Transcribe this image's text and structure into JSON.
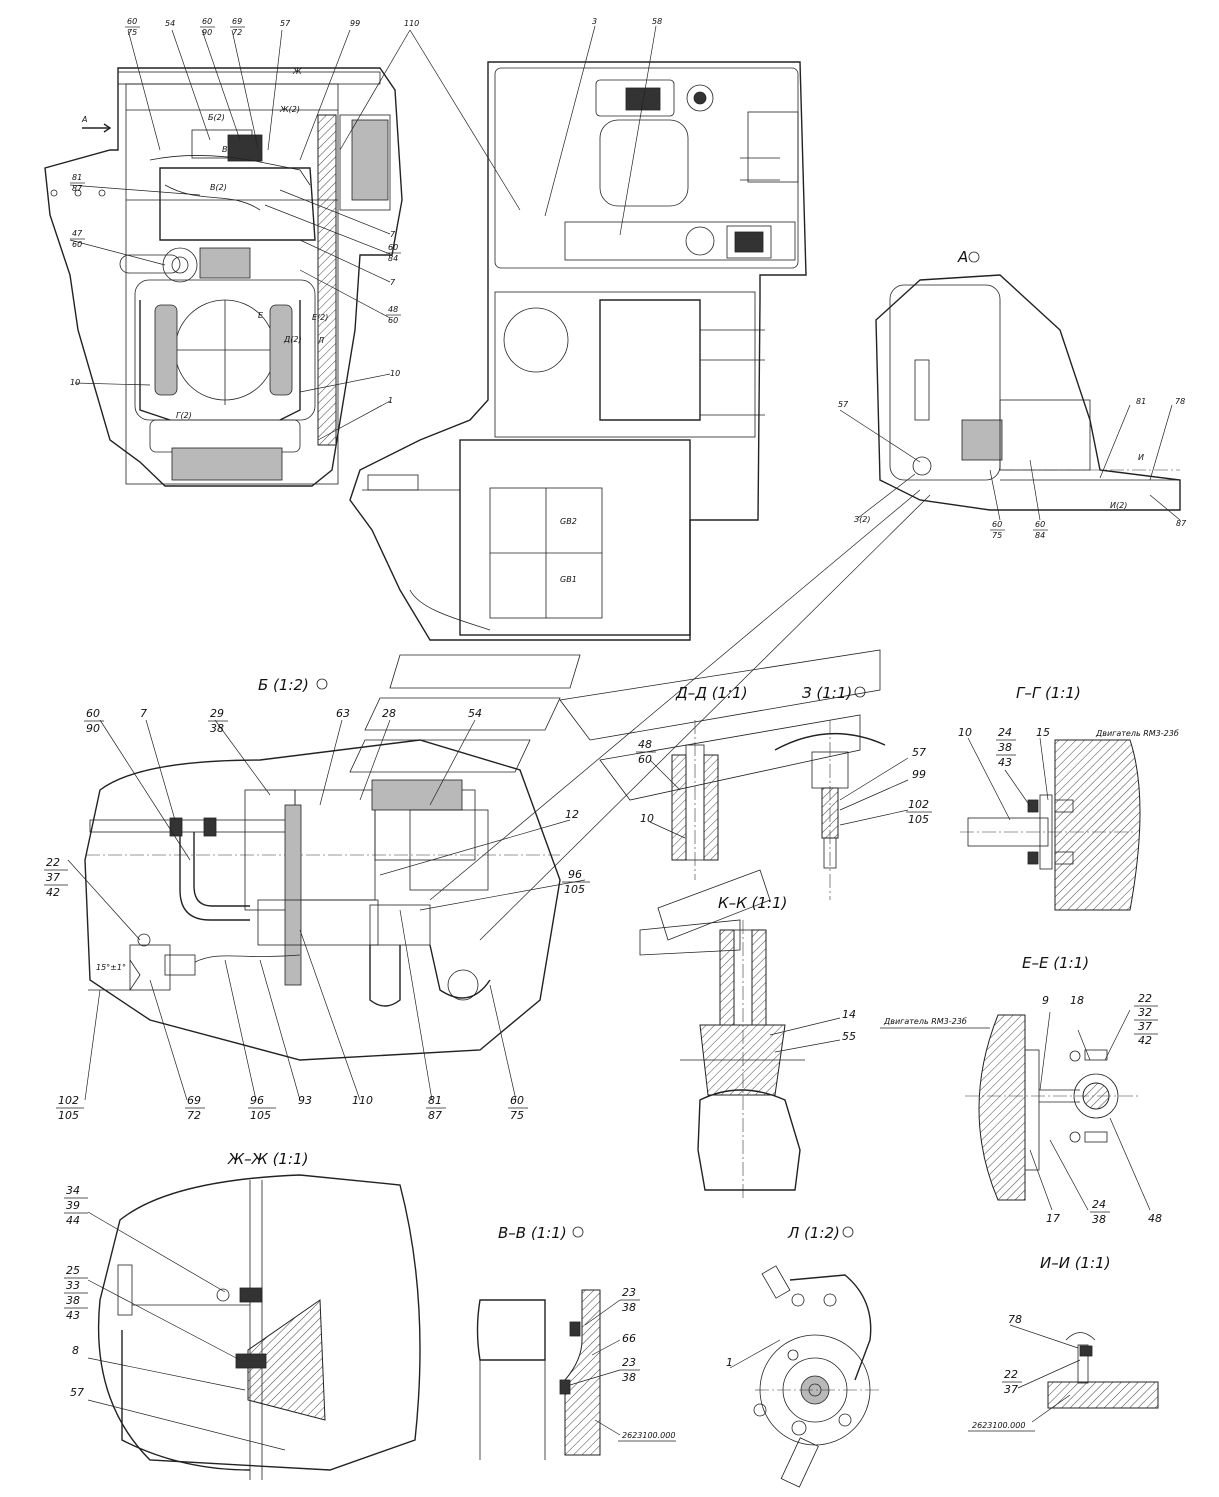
{
  "drawing": {
    "doc_code": "2623100.000",
    "engine_note": "Двигатель  RM3-23б"
  },
  "views": {
    "A": "А",
    "B": "Б (1:2)",
    "DD": "Д–Д (1:1)",
    "Z": "З (1:1)",
    "GG": "Г–Г (1:1)",
    "KK": "К–К (1:1)",
    "EE": "Е–Е (1:1)",
    "ZhZh": "Ж–Ж  (1:1)",
    "VV": "В–В  (1:1)",
    "L": "Л (1:2)",
    "II": "И–И  (1:1)"
  },
  "main_view": {
    "leaders_top": [
      {
        "top": "60",
        "bottom": "75"
      },
      {
        "top": "54",
        "bottom": ""
      },
      {
        "top": "60",
        "bottom": "90"
      },
      {
        "top": "69",
        "bottom": "72"
      },
      {
        "top": "57",
        "bottom": ""
      },
      {
        "top": "99",
        "bottom": ""
      },
      {
        "top": "110",
        "bottom": ""
      }
    ],
    "left_labels": [
      {
        "top": "81",
        "bottom": "87"
      },
      {
        "top": "47",
        "bottom": "60"
      }
    ],
    "right_labels": [
      {
        "top": "60",
        "bottom": "84"
      },
      {
        "top": "48",
        "bottom": "60"
      }
    ],
    "single_labels": [
      "7",
      "7",
      "10",
      "10",
      "1",
      "3",
      "58"
    ],
    "section_marks": [
      "Б(2)",
      "В",
      "В(2)",
      "Ж(2)",
      "Ж",
      "Е",
      "Е(2)",
      "Д(2)",
      "Л",
      "Г(2)",
      "А"
    ],
    "battery_labels": [
      "GB2",
      "GB1"
    ]
  },
  "view_A": {
    "labels": [
      "57",
      "81",
      "78",
      "И",
      "З(2)",
      "И(2)",
      "87"
    ],
    "pairs": [
      {
        "top": "60",
        "bottom": "75"
      },
      {
        "top": "60",
        "bottom": "84"
      }
    ]
  },
  "view_B": {
    "top_labels": [
      {
        "top": "60",
        "bottom": "90"
      },
      {
        "top": "7",
        "bottom": ""
      },
      {
        "top": "29",
        "bottom": "38"
      },
      {
        "top": "63",
        "bottom": ""
      },
      {
        "top": "28",
        "bottom": ""
      },
      {
        "top": "54",
        "bottom": ""
      },
      {
        "top": "12",
        "bottom": ""
      }
    ],
    "left_stack": [
      "22",
      "37",
      "42"
    ],
    "angle_mark": "15°±1°",
    "side_pair": {
      "top": "96",
      "bottom": "105"
    },
    "bottom_labels": [
      {
        "top": "102",
        "bottom": "105"
      },
      {
        "top": "69",
        "bottom": "72"
      },
      {
        "top": "96",
        "bottom": "105"
      },
      {
        "top": "93",
        "bottom": ""
      },
      {
        "top": "110",
        "bottom": ""
      },
      {
        "top": "81",
        "bottom": "87"
      },
      {
        "top": "60",
        "bottom": "75"
      }
    ]
  },
  "view_DD": {
    "pair": {
      "top": "48",
      "bottom": "60"
    },
    "single": "10"
  },
  "view_Z": {
    "labels": [
      "57",
      "99"
    ],
    "pair": {
      "top": "102",
      "bottom": "105"
    }
  },
  "view_GG": {
    "single": "10",
    "stack": [
      "24",
      "38",
      "43"
    ],
    "extra": "15"
  },
  "view_KK": {
    "labels": [
      "14",
      "55"
    ]
  },
  "view_EE": {
    "top": [
      "9",
      "18"
    ],
    "stack": [
      "22",
      "32",
      "37",
      "42"
    ],
    "bottom": [
      "17",
      "48"
    ],
    "pair": {
      "top": "24",
      "bottom": "38"
    }
  },
  "view_ZhZh": {
    "stack1": [
      "34",
      "39",
      "44"
    ],
    "stack2": [
      "25",
      "33",
      "38",
      "43"
    ],
    "singles": [
      "8",
      "57"
    ]
  },
  "view_VV": {
    "pair1": {
      "top": "23",
      "bottom": "38"
    },
    "single": "66",
    "pair2": {
      "top": "23",
      "bottom": "38"
    }
  },
  "view_L": {
    "single": "1"
  },
  "view_II": {
    "single": "78",
    "pair": {
      "top": "22",
      "bottom": "37"
    }
  }
}
